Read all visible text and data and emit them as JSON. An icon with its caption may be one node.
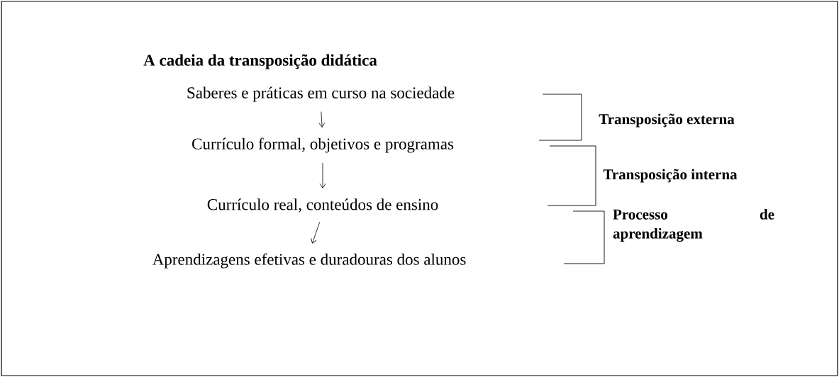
{
  "diagram": {
    "title": "A cadeia da transposição didática",
    "nodes": [
      {
        "text": [
          "Saberes e práticas em curso na sociedade"
        ]
      },
      {
        "text": [
          "Currículo formal, objetivos e programas"
        ]
      },
      {
        "text": [
          "Currículo real, conteúdos de ensino"
        ]
      },
      {
        "text": [
          "Aprendizagens efetivas e duradouras dos alunos"
        ]
      }
    ],
    "edges": [
      {
        "from": 0,
        "to": 1,
        "arrow": "to"
      },
      {
        "from": 1,
        "to": 2,
        "arrow": "to"
      },
      {
        "from": 2,
        "to": 3,
        "arrow": "to"
      }
    ],
    "labels": [
      "Transposição externa",
      "Transposição interna",
      "Processo de aprendizagem"
    ]
  }
}
